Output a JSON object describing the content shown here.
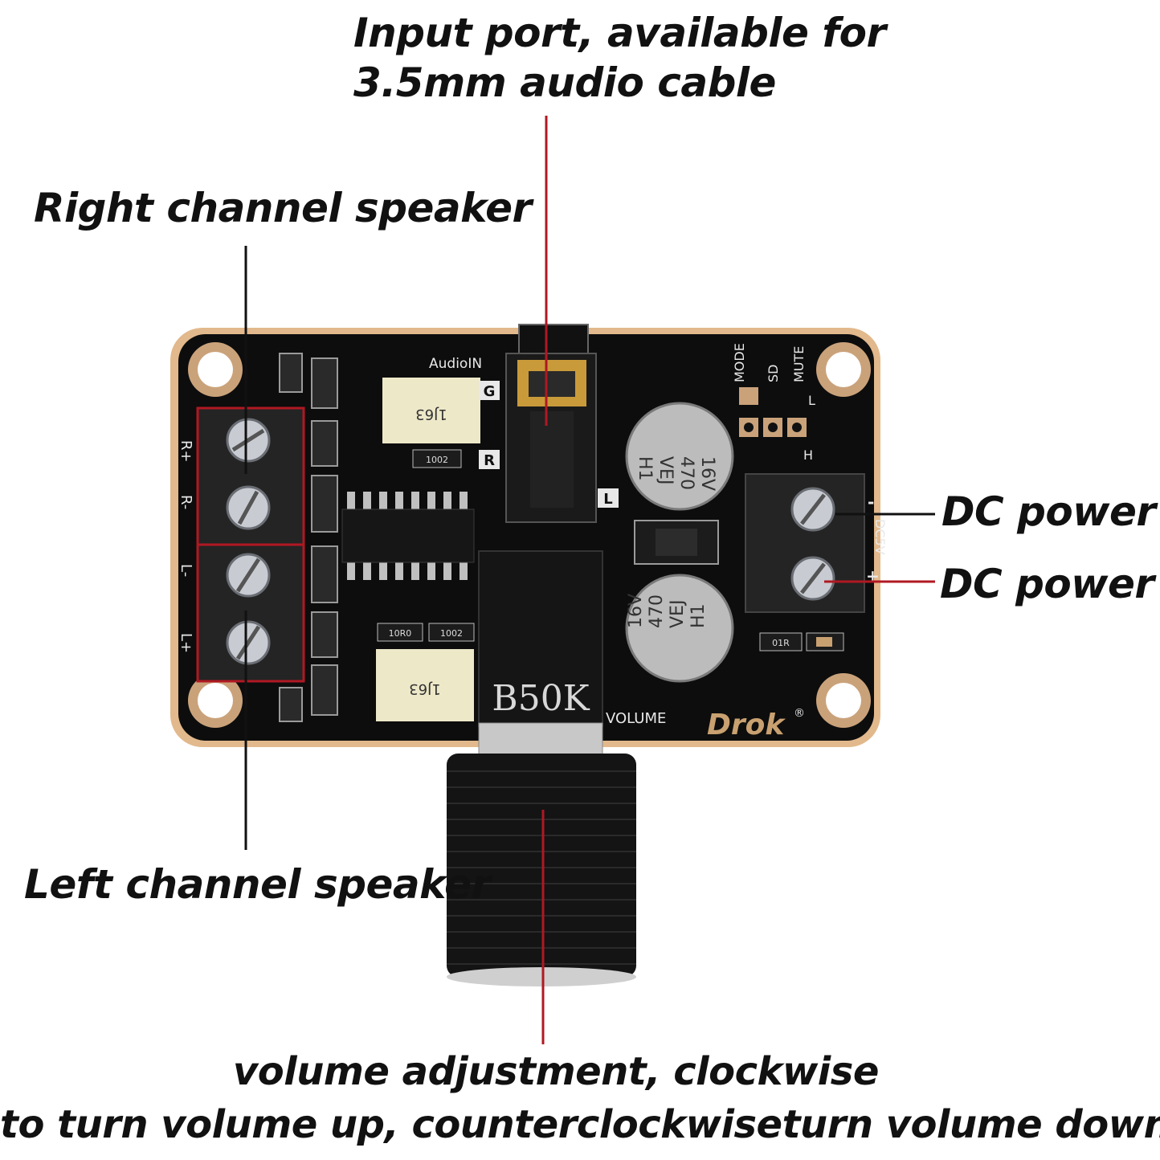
{
  "colors": {
    "pcb": "#0d0d0d",
    "pcb_edge": "#e2b98c",
    "pad": "#caa27a",
    "leader_red": "#b01822",
    "leader_black": "#111111",
    "terminal": "#242424",
    "knob": "#141414",
    "cap": "#bcbcbc",
    "resistor": "#ede8c8"
  },
  "callouts": {
    "input_port_line1": "Input port, available for",
    "input_port_line2": "3.5mm audio cable",
    "right_channel": "Right channel speaker",
    "left_channel": "Left channel speaker",
    "dc_minus": "DC power -",
    "dc_plus": "DC power +",
    "volume_line1": "volume adjustment, clockwise",
    "volume_line2": "to turn volume up, counterclockwiseturn volume down"
  },
  "board": {
    "audio_in": "AudioIN",
    "g": "G",
    "r": "R",
    "l": "L",
    "r_plus": "R+",
    "r_minus": "R-",
    "l_minus": "L-",
    "l_plus": "L+",
    "mode": "MODE",
    "sd": "SD",
    "mute": "MUTE",
    "h": "H",
    "dc5v": "DC5V",
    "plus": "+",
    "minus": "-",
    "pot": "B50K",
    "volume": "VOLUME",
    "brand": "Drok",
    "registered": "®",
    "cap_top": [
      "H1",
      "VEJ",
      "470",
      "16V"
    ],
    "cap_bottom": [
      "H1",
      "VEJ",
      "470",
      "16V"
    ],
    "film_cap": "1J63",
    "smd_a": "1002",
    "smd_b": "10R0",
    "smd_c": "1002",
    "smd_d": "01R"
  }
}
